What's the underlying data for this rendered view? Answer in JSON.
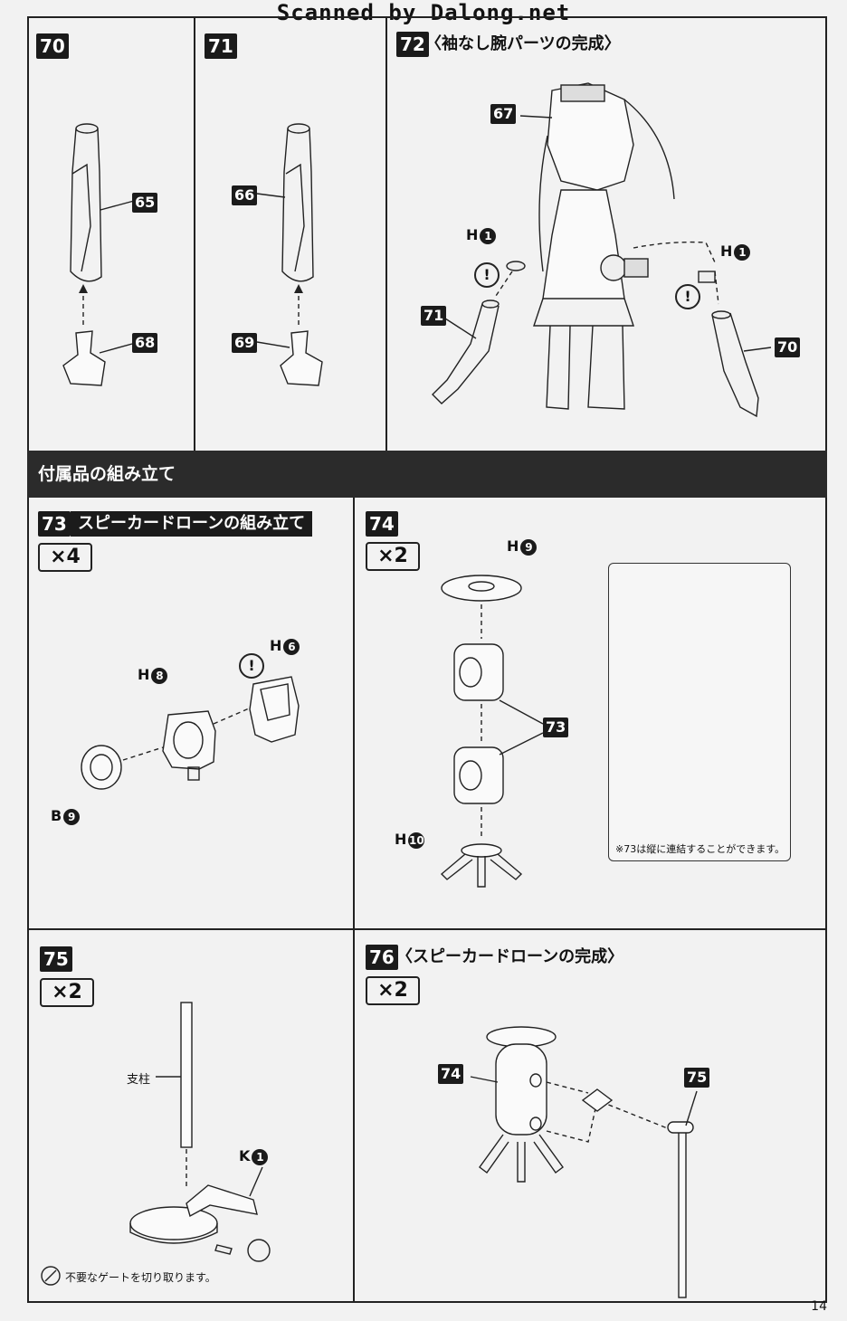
{
  "watermark": "Scanned by Dalong.net",
  "page_number": "14",
  "section_header": "付属品の組み立て",
  "steps": {
    "s70": {
      "num": "70",
      "parts": {
        "upper": "65",
        "lower": "68"
      }
    },
    "s71": {
      "num": "71",
      "parts": {
        "upper": "66",
        "lower": "69"
      }
    },
    "s72": {
      "num": "72",
      "title": "〈袖なし腕パーツの完成〉",
      "parts": {
        "body": "67",
        "left_arm": "71",
        "right_arm": "70",
        "h_left": "H",
        "h_left_n": "1",
        "h_right": "H",
        "h_right_n": "1",
        "warn_left": "!",
        "warn_right": "!"
      }
    },
    "s73": {
      "num": "73",
      "title": "スピーカードローンの組み立て",
      "times": "×4",
      "parts": {
        "h8": "H",
        "h8_n": "8",
        "h6": "H",
        "h6_n": "6",
        "b9": "B",
        "b9_n": "9",
        "warn": "!"
      }
    },
    "s74": {
      "num": "74",
      "times": "×2",
      "parts": {
        "h9": "H",
        "h9_n": "9",
        "h10": "H",
        "h10_n": "10",
        "assembly": "73"
      },
      "note": "※73は縦に連結することができます。"
    },
    "s75": {
      "num": "75",
      "times": "×2",
      "parts": {
        "pole": "支柱",
        "k1": "K",
        "k1_n": "1"
      },
      "note": "不要なゲートを切り取ります。"
    },
    "s76": {
      "num": "76",
      "title": "〈スピーカードローンの完成〉",
      "times": "×2",
      "parts": {
        "drone": "74",
        "stand": "75"
      }
    }
  }
}
